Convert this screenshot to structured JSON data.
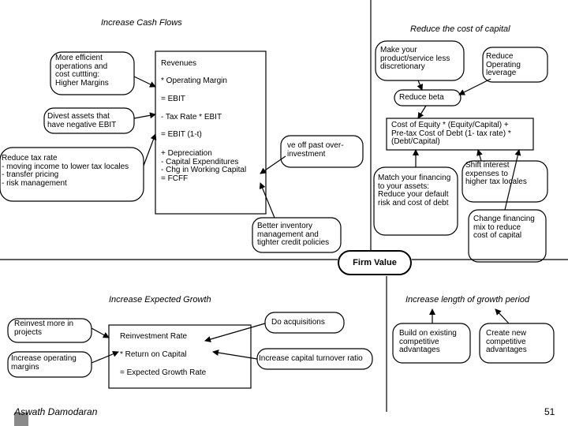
{
  "titles": {
    "cash_flows": "Increase Cash Flows",
    "cost_capital": "Reduce the cost of capital",
    "expected_growth": "Increase Expected Growth",
    "growth_period": "Increase length of growth period"
  },
  "firm_value": "Firm Value",
  "cash_flow_boxes": {
    "efficient_ops": "More efficient\noperations and\ncost cuttting:\nHigher Margins",
    "divest": "Divest assets that\nhave negative EBIT",
    "reduce_tax": "Reduce tax rate\n- moving income to lower tax locales\n- transfer pricing\n- risk management",
    "cut_past": "ve off past over-\ninvestment",
    "inventory": "Better inventory\nmanagement and\ntighter credit policies"
  },
  "fcff_box": {
    "l1": "Revenues",
    "l2": "* Operating Margin",
    "l3": "= EBIT",
    "l4": "- Tax Rate * EBIT",
    "l5": "= EBIT (1-t)",
    "l6": "+ Depreciation\n- Capital Expenditures\n- Chg in Working Capital\n= FCFF"
  },
  "cost_capital_boxes": {
    "discretionary": "Make your\nproduct/service less\ndiscretionary",
    "leverage": "Reduce\nOperating\nleverage",
    "beta": "Reduce beta",
    "coe_formula": "Cost of Equity * (Equity/Capital) +\nPre-tax Cost of Debt (1- tax rate) *\n(Debt/Capital)",
    "match_financing": "Match your financing\nto your assets:\nReduce your default\nrisk and cost of debt",
    "shift_interest": "Shift interest\nexpenses to\nhigher tax locales",
    "change_mix": "Change financing\nmix to reduce\ncost of capital"
  },
  "growth_boxes": {
    "reinvest": "Reinvest more in\nprojects",
    "op_margins": "Increase operating\nmargins",
    "acquisitions": "Do acquisitions",
    "turnover": "Increase capital turnover ratio",
    "formula": {
      "l1": "Reinvestment Rate",
      "l2": "* Return on Capital",
      "l3": "= Expected Growth Rate"
    }
  },
  "period_boxes": {
    "build": "Build on existing\ncompetitive\nadvantages",
    "create": "Create new\ncompetitive\nadvantages"
  },
  "footer": {
    "author": "Aswath Damodaran",
    "page": "51"
  }
}
